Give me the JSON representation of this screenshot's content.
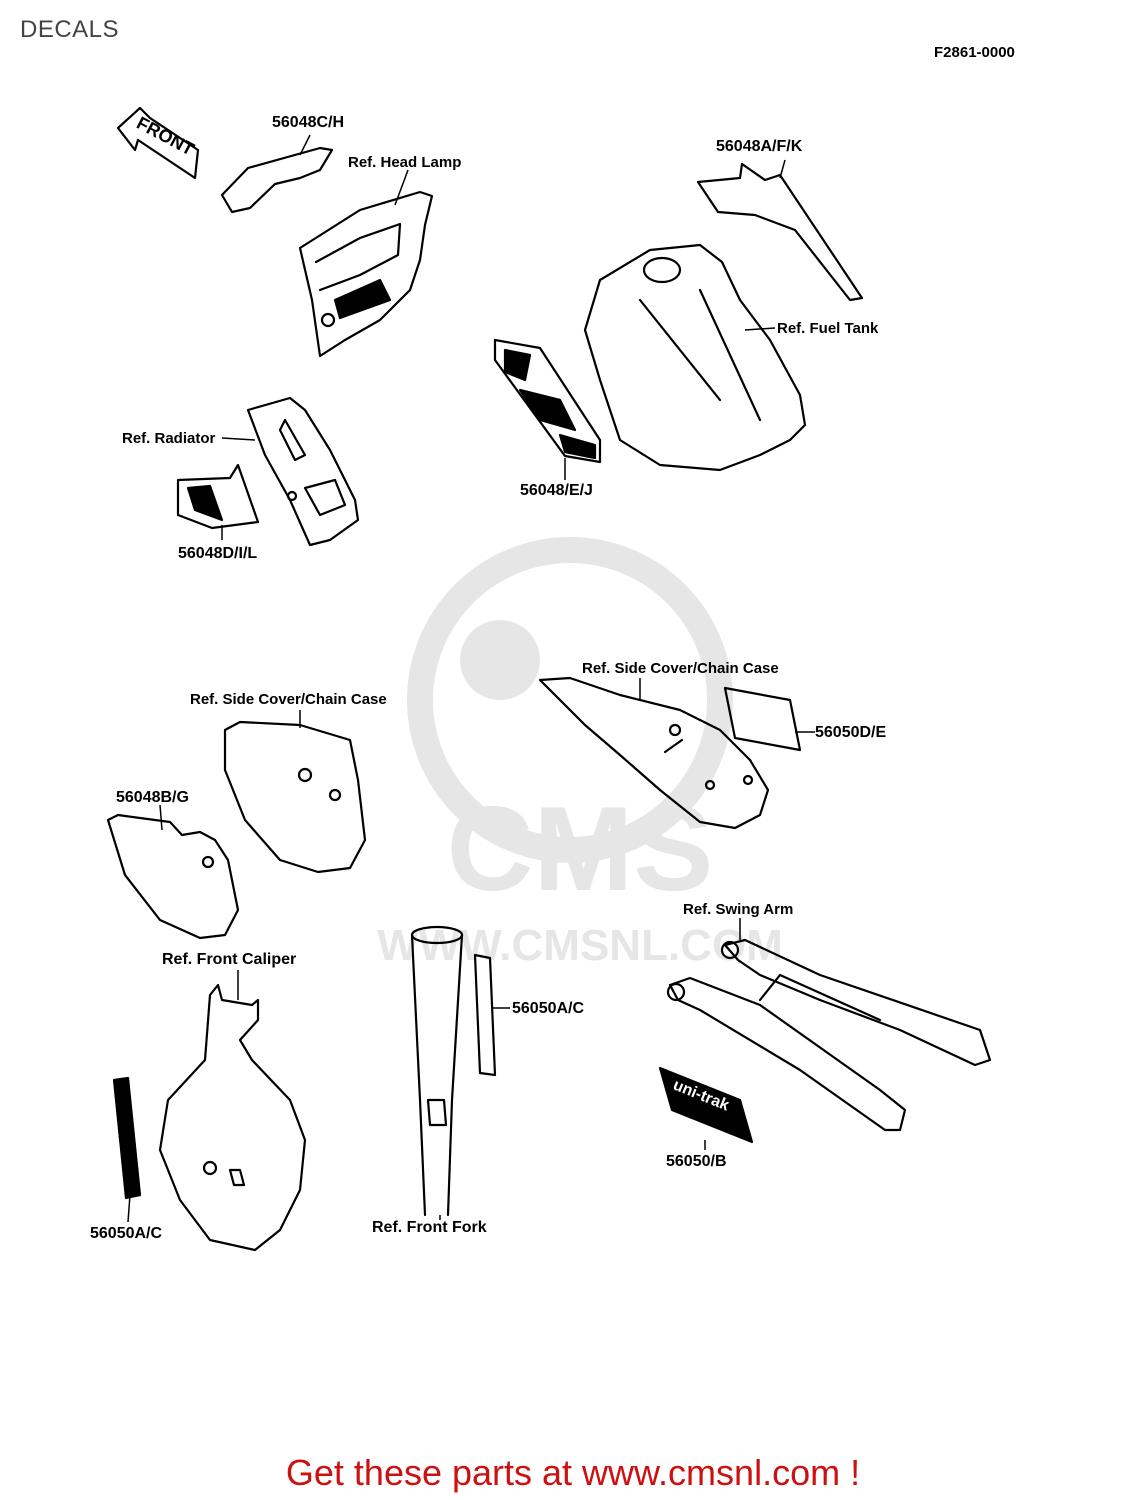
{
  "header": {
    "title": "DECALS",
    "figure_code": "F2861-0000"
  },
  "front_arrow": "FRONT",
  "labels": {
    "p56048ch": "56048C/H",
    "ref_head_lamp": "Ref. Head Lamp",
    "p56048afk": "56048A/F/K",
    "ref_fuel_tank": "Ref. Fuel Tank",
    "ref_radiator": "Ref. Radiator",
    "p56048dil": "56048D/I/L",
    "p56048ej": "56048/E/J",
    "ref_side_cover_right": "Ref. Side Cover/Chain Case",
    "p56050de": "56050D/E",
    "ref_side_cover_left": "Ref. Side Cover/Chain Case",
    "p56048bg": "56048B/G",
    "ref_swing_arm": "Ref. Swing Arm",
    "ref_front_caliper": "Ref. Front Caliper",
    "p56050ac_fork": "56050A/C",
    "p56050ac_caliper": "56050A/C",
    "ref_front_fork": "Ref. Front Fork",
    "p56050b": "56050/B"
  },
  "decal_texts": {
    "uni_trak": "uni-trak"
  },
  "watermark": {
    "brand": "CMS",
    "site": "WWW.CMSNL.COM"
  },
  "footer": {
    "cta": "Get these parts at www.cmsnl.com !"
  },
  "colors": {
    "ink": "#000000",
    "footer_red": "#cc1111",
    "watermark_gray": "#e6e6e6"
  }
}
